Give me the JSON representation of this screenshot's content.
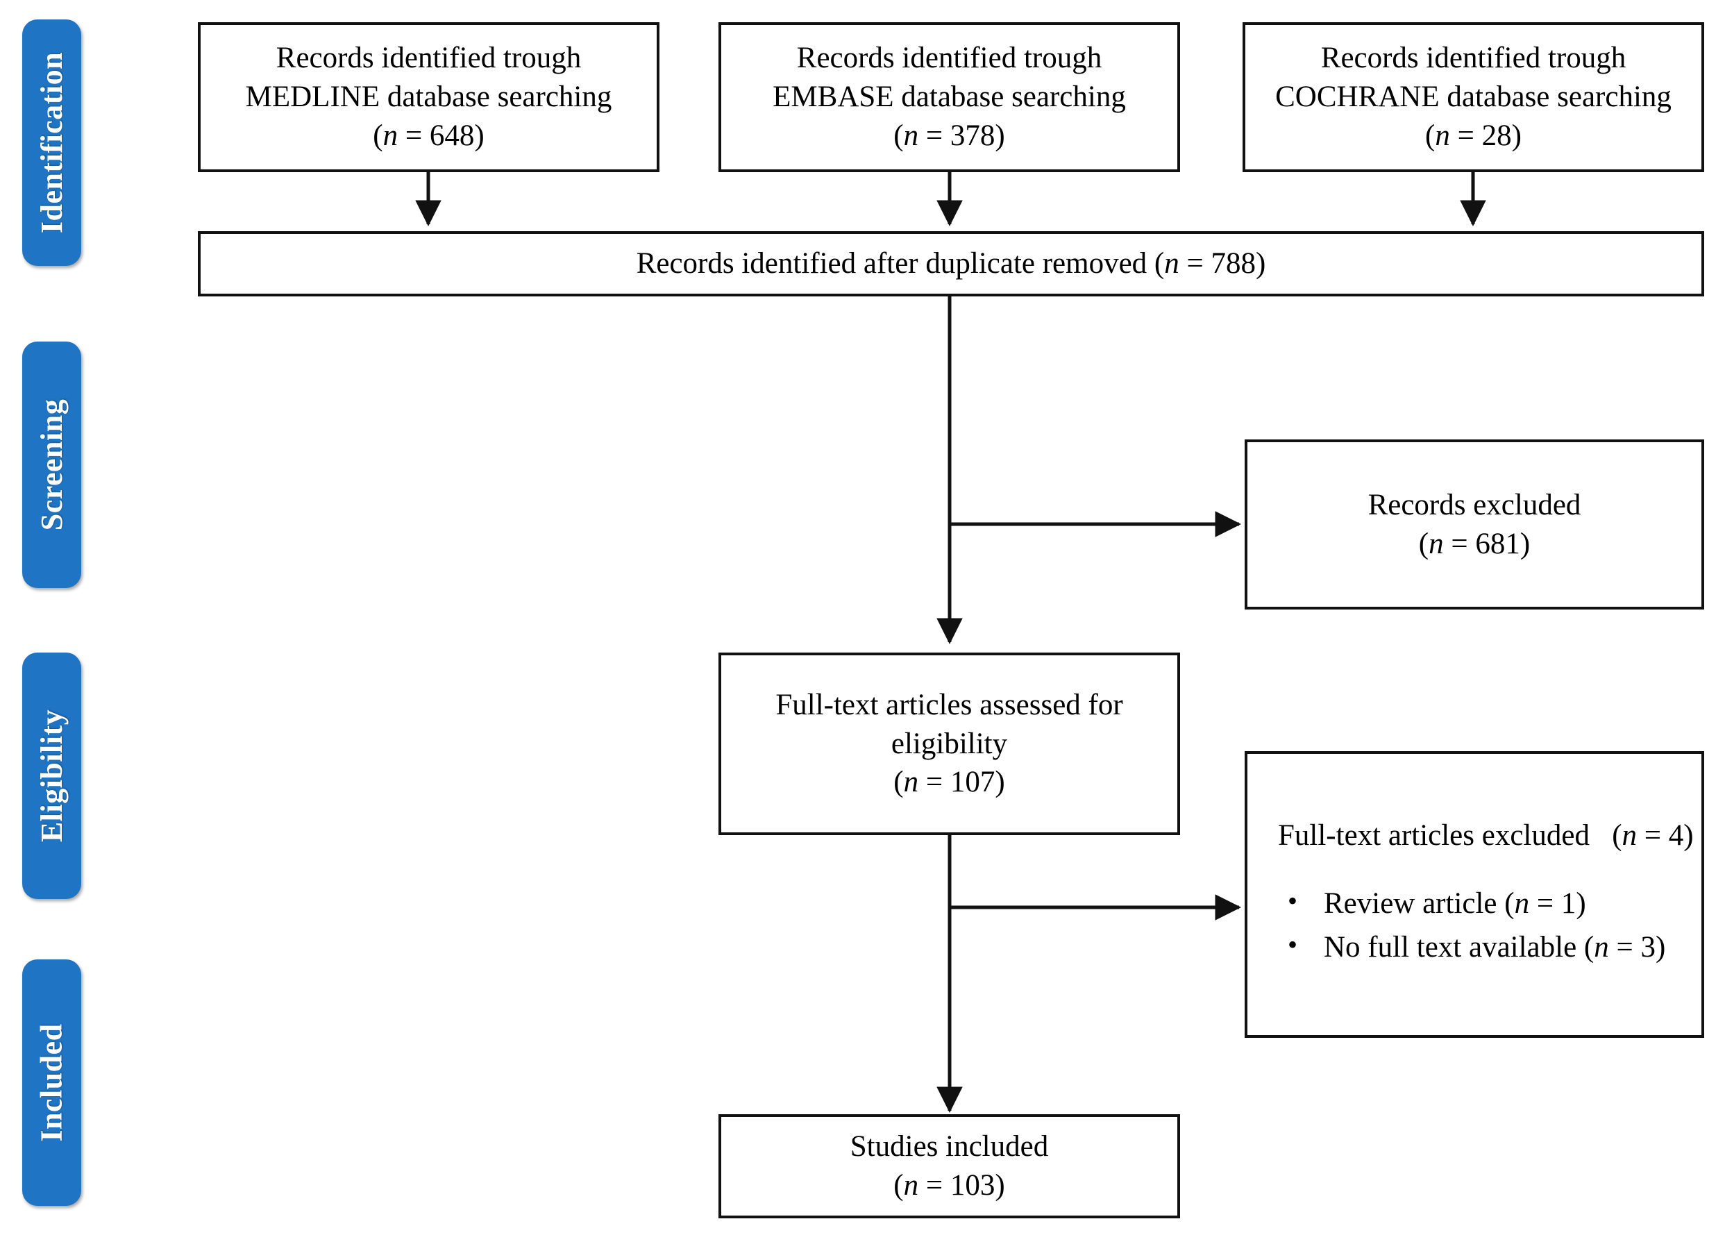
{
  "figure": {
    "kind": "prisma-flow-diagram",
    "accent_color": "#1f75c4",
    "line_color": "#111111",
    "background": "#ffffff"
  },
  "stages": [
    {
      "id": "identification",
      "label": "Identification"
    },
    {
      "id": "screening",
      "label": "Screening"
    },
    {
      "id": "eligibility",
      "label": "Eligibility"
    },
    {
      "id": "included",
      "label": "Included"
    }
  ],
  "nodes": {
    "medline": {
      "line1": "Records identified trough",
      "line2": "MEDLINE database searching",
      "count": "(n = 648)",
      "count_prefix": "(",
      "count_n": "n",
      "count_value": " = 648)"
    },
    "embase": {
      "line1": "Records identified trough",
      "line2": "EMBASE database searching",
      "count_n": "n",
      "count_value": " = 378)"
    },
    "cochrane": {
      "line1": "Records identified trough",
      "line2": "COCHRANE database searching",
      "count_n": "n",
      "count_value": " = 28)"
    },
    "duplicates": {
      "text_before": "Records identified after duplicate removed (",
      "count_n": "n",
      "text_after": " = 788)"
    },
    "records_excluded": {
      "line1": "Records excluded",
      "count_n": "n",
      "count_value": " = 681)"
    },
    "fulltext_assessed": {
      "line1": "Full-text articles assessed for",
      "line2": "eligibility",
      "count_n": "n",
      "count_value": " = 107)"
    },
    "fulltext_excluded": {
      "heading_before": "Full-text articles excluded   (",
      "heading_n": "n",
      "heading_after": " = 4)",
      "bullets": [
        {
          "text_before": "Review article (",
          "n": "n",
          "text_after": " = 1)"
        },
        {
          "text_before": "No full text available (",
          "n": "n",
          "text_after": " = 3)"
        }
      ]
    },
    "studies_included": {
      "line1": "Studies included",
      "count_n": "n",
      "count_value": " = 103)"
    }
  },
  "chart_data": {
    "type": "diagram",
    "title": "PRISMA flow diagram of study selection",
    "stages": [
      "Identification",
      "Screening",
      "Eligibility",
      "Included"
    ],
    "nodes": [
      {
        "id": "medline",
        "stage": "Identification",
        "label": "Records identified trough MEDLINE database searching",
        "n": 648
      },
      {
        "id": "embase",
        "stage": "Identification",
        "label": "Records identified trough EMBASE database searching",
        "n": 378
      },
      {
        "id": "cochrane",
        "stage": "Identification",
        "label": "Records identified trough COCHRANE database searching",
        "n": 28
      },
      {
        "id": "duplicates",
        "stage": "Identification",
        "label": "Records identified after duplicate removed",
        "n": 788
      },
      {
        "id": "records_excluded",
        "stage": "Screening",
        "label": "Records excluded",
        "n": 681
      },
      {
        "id": "fulltext_assessed",
        "stage": "Eligibility",
        "label": "Full-text articles assessed for eligibility",
        "n": 107
      },
      {
        "id": "fulltext_excluded",
        "stage": "Eligibility",
        "label": "Full-text articles excluded",
        "n": 4,
        "reasons": [
          {
            "label": "Review article",
            "n": 1
          },
          {
            "label": "No full text available",
            "n": 3
          }
        ]
      },
      {
        "id": "studies_included",
        "stage": "Included",
        "label": "Studies included",
        "n": 103
      }
    ],
    "edges": [
      {
        "from": "medline",
        "to": "duplicates"
      },
      {
        "from": "embase",
        "to": "duplicates"
      },
      {
        "from": "cochrane",
        "to": "duplicates"
      },
      {
        "from": "duplicates",
        "to": "records_excluded"
      },
      {
        "from": "duplicates",
        "to": "fulltext_assessed"
      },
      {
        "from": "fulltext_assessed",
        "to": "fulltext_excluded"
      },
      {
        "from": "fulltext_assessed",
        "to": "studies_included"
      }
    ]
  }
}
